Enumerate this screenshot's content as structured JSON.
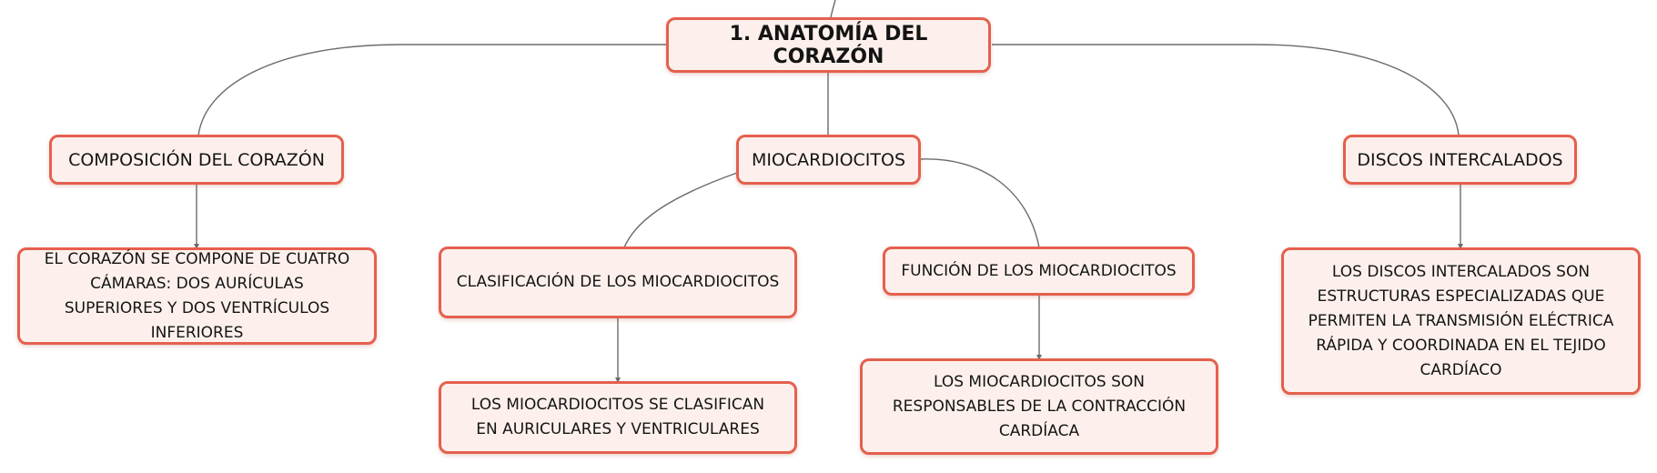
{
  "diagram": {
    "root": {
      "label": "1. ANATOMÍA DEL CORAZÓN"
    },
    "branches": [
      {
        "label": "COMPOSICIÓN DEL CORAZÓN",
        "detail": "EL CORAZÓN SE COMPONE DE CUATRO CÁMARAS: DOS AURÍCULAS SUPERIORES Y DOS VENTRÍCULOS INFERIORES"
      },
      {
        "label": "MIOCARDIOCITOS",
        "children": [
          {
            "label": "CLASIFICACIÓN DE LOS MIOCARDIOCITOS",
            "detail": "LOS MIOCARDIOCITOS SE CLASIFICAN EN AURICULARES Y VENTRICULARES"
          },
          {
            "label": "FUNCIÓN DE LOS MIOCARDIOCITOS",
            "detail": "LOS MIOCARDIOCITOS SON RESPONSABLES DE LA CONTRACCIÓN CARDÍACA"
          }
        ]
      },
      {
        "label": "DISCOS INTERCALADOS",
        "detail": "LOS DISCOS INTERCALADOS SON ESTRUCTURAS ESPECIALIZADAS QUE PERMITEN LA TRANSMISIÓN ELÉCTRICA RÁPIDA Y COORDINADA EN EL TEJIDO CARDÍACO"
      }
    ],
    "colors": {
      "node_fill": "#fdf0ec",
      "node_border": "#e4604e",
      "connector": "#6b6b6b",
      "text": "#141414"
    }
  }
}
